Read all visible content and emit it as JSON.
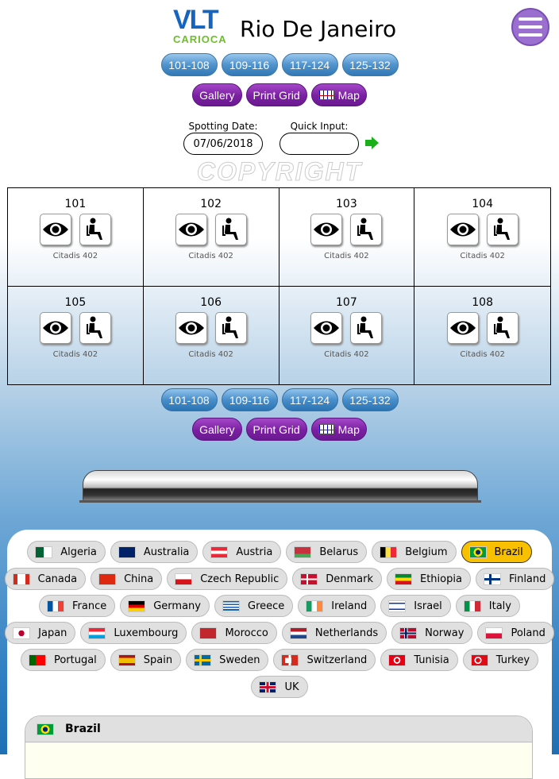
{
  "header": {
    "logo_main": "VLT",
    "logo_sub": "CARIOCA",
    "title": "Rio De Janeiro",
    "watermark": "COPYRIGHT"
  },
  "range_buttons": [
    "101-108",
    "109-116",
    "117-124",
    "125-132"
  ],
  "action_buttons": {
    "gallery": "Gallery",
    "print": "Print Grid",
    "map": "Map"
  },
  "form": {
    "date_label": "Spotting Date:",
    "date_value": "07/06/2018",
    "quick_label": "Quick Input:",
    "quick_value": ""
  },
  "grid": [
    {
      "num": "101",
      "model": "Citadis 402"
    },
    {
      "num": "102",
      "model": "Citadis 402"
    },
    {
      "num": "103",
      "model": "Citadis 402"
    },
    {
      "num": "104",
      "model": "Citadis 402"
    },
    {
      "num": "105",
      "model": "Citadis 402"
    },
    {
      "num": "106",
      "model": "Citadis 402"
    },
    {
      "num": "107",
      "model": "Citadis 402"
    },
    {
      "num": "108",
      "model": "Citadis 402"
    }
  ],
  "countries": [
    [
      "Algeria",
      "Australia",
      "Austria",
      "Belarus",
      "Belgium",
      "Brazil"
    ],
    [
      "Canada",
      "China",
      "Czech Republic",
      "Denmark",
      "Ethiopia",
      "Finland"
    ],
    [
      "France",
      "Germany",
      "Greece",
      "Ireland",
      "Israel",
      "Italy"
    ],
    [
      "Japan",
      "Luxembourg",
      "Morocco",
      "Netherlands",
      "Norway",
      "Poland"
    ],
    [
      "Portugal",
      "Spain",
      "Sweden",
      "Switzerland",
      "Tunisia",
      "Turkey"
    ],
    [
      "UK"
    ]
  ],
  "selected_country": "Brazil",
  "selected_panel": {
    "title": "Brazil"
  },
  "colors": {
    "selected": "#f9c000",
    "purple": "#7b1fa2",
    "blue": "#3d88c8"
  }
}
